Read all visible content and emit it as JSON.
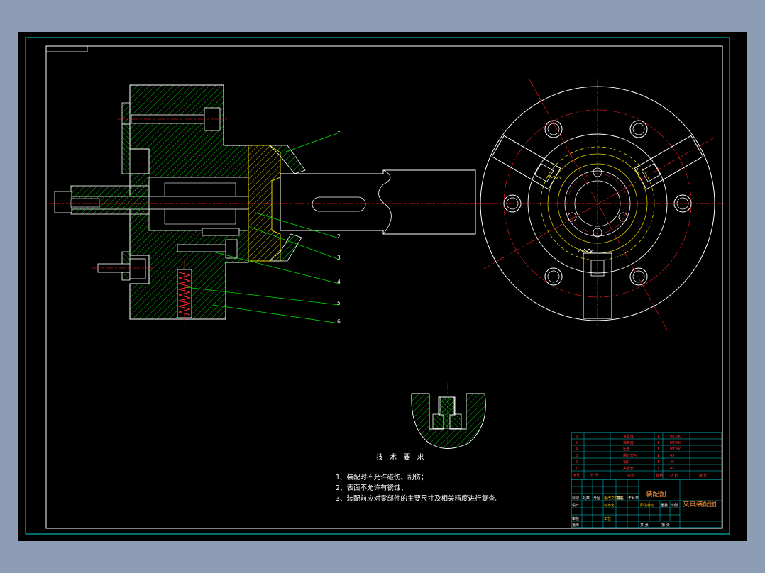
{
  "leader_numbers": [
    "1",
    "2",
    "3",
    "4",
    "5",
    "6"
  ],
  "technical_requirements": {
    "title": "技 术 要 求",
    "notes": [
      "1、装配时不允许碰伤、刮伤；",
      "2、表面不允许有锈蚀；",
      "3、装配前应对零部件的主要尺寸及相关精度进行复查。"
    ]
  },
  "parts_list": {
    "rows": [
      {
        "no": "6",
        "name": "夹具体",
        "qty": "1",
        "material": "HT200"
      },
      {
        "no": "5",
        "name": "弹簧座",
        "qty": "1",
        "material": "HT200"
      },
      {
        "no": "4",
        "name": "压套",
        "qty": "1",
        "material": "HT200"
      },
      {
        "no": "3",
        "name": "螺钉垫片",
        "qty": "1",
        "material": "45"
      },
      {
        "no": "2",
        "name": "销钉",
        "qty": "1",
        "material": "45"
      },
      {
        "no": "1",
        "name": "夹紧套",
        "qty": "1",
        "material": "45"
      }
    ],
    "header": [
      "序号",
      "代 号",
      "名称",
      "数量",
      "材 料",
      "备 注"
    ]
  },
  "title_block": {
    "drawing_name": "装配图",
    "title": "夹具装配图",
    "small_labels": [
      "标记",
      "处数",
      "分区",
      "更改文件号",
      "签名",
      "年月日",
      "设计",
      "标准化",
      "审核",
      "工艺",
      "批准",
      "阶段标记",
      "重量",
      "比例",
      "共 张",
      "第 张"
    ]
  },
  "colors": {
    "background": "#000000",
    "frame": "#00d8d8",
    "hatch": "#00c800",
    "centerline": "#ff2020",
    "part_yellow": "#e0d000",
    "outline": "#ffffff"
  }
}
